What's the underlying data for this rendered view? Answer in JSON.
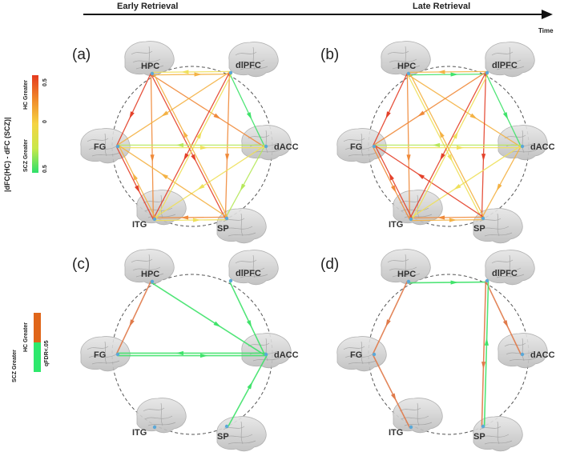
{
  "timeline": {
    "early_label": "Early Retrieval",
    "late_label": "Late Retrieval",
    "axis_label": "Time"
  },
  "legend_top": {
    "title": "|dFC(HC) - dFC (SCZ)|",
    "hc_label": "HC Greater",
    "scz_label": "SCZ Greater",
    "tick_top": "0.5",
    "tick_mid": "0",
    "tick_bottom": "0.5",
    "colors": [
      "#e53a1e",
      "#f08a2a",
      "#f5c842",
      "#e8e84a",
      "#9fe05a",
      "#2de06a"
    ]
  },
  "legend_bottom": {
    "hc_label": "HC Greater",
    "scz_label": "SCZ Greater",
    "sig_label": "qFDR<.05",
    "hc_color": "#e0661a",
    "scz_color": "#2ee86c"
  },
  "panels": [
    {
      "letter": "(a)"
    },
    {
      "letter": "(b)"
    },
    {
      "letter": "(c)"
    },
    {
      "letter": "(d)"
    }
  ],
  "nodes": [
    {
      "id": "HPC",
      "label": "HPC"
    },
    {
      "id": "dlPFC",
      "label": "dlPFC"
    },
    {
      "id": "dACC",
      "label": "dACC"
    },
    {
      "id": "SP",
      "label": "SP"
    },
    {
      "id": "ITG",
      "label": "ITG"
    },
    {
      "id": "FG",
      "label": "FG"
    }
  ],
  "edge_colors": {
    "red": "#e4412a",
    "orange": "#f08a3a",
    "amber": "#f4b244",
    "yellow": "#efe05a",
    "lime": "#b6e85a",
    "green": "#3fe36a",
    "sig_hc": "#e07a4a",
    "sig_scz": "#3fe36a"
  },
  "graphs": {
    "a": [
      [
        "HPC",
        "dlPFC",
        "amber"
      ],
      [
        "dlPFC",
        "HPC",
        "yellow"
      ],
      [
        "HPC",
        "dACC",
        "orange"
      ],
      [
        "HPC",
        "SP",
        "red"
      ],
      [
        "HPC",
        "ITG",
        "orange"
      ],
      [
        "HPC",
        "FG",
        "red"
      ],
      [
        "dlPFC",
        "dACC",
        "green"
      ],
      [
        "dlPFC",
        "SP",
        "orange"
      ],
      [
        "dlPFC",
        "ITG",
        "red"
      ],
      [
        "dlPFC",
        "FG",
        "amber"
      ],
      [
        "dACC",
        "SP",
        "lime"
      ],
      [
        "dACC",
        "ITG",
        "yellow"
      ],
      [
        "dACC",
        "FG",
        "lime"
      ],
      [
        "FG",
        "dACC",
        "yellow"
      ],
      [
        "SP",
        "ITG",
        "orange"
      ],
      [
        "ITG",
        "SP",
        "yellow"
      ],
      [
        "SP",
        "FG",
        "amber"
      ],
      [
        "ITG",
        "FG",
        "amber"
      ],
      [
        "FG",
        "ITG",
        "red"
      ],
      [
        "ITG",
        "dlPFC",
        "yellow"
      ],
      [
        "SP",
        "HPC",
        "amber"
      ]
    ],
    "b": [
      [
        "HPC",
        "dlPFC",
        "green"
      ],
      [
        "dlPFC",
        "HPC",
        "amber"
      ],
      [
        "HPC",
        "dACC",
        "amber"
      ],
      [
        "HPC",
        "SP",
        "yellow"
      ],
      [
        "HPC",
        "ITG",
        "orange"
      ],
      [
        "HPC",
        "FG",
        "red"
      ],
      [
        "dlPFC",
        "dACC",
        "green"
      ],
      [
        "dlPFC",
        "SP",
        "red"
      ],
      [
        "dlPFC",
        "ITG",
        "red"
      ],
      [
        "dlPFC",
        "FG",
        "orange"
      ],
      [
        "dACC",
        "SP",
        "amber"
      ],
      [
        "dACC",
        "ITG",
        "yellow"
      ],
      [
        "dACC",
        "FG",
        "lime"
      ],
      [
        "FG",
        "dACC",
        "yellow"
      ],
      [
        "SP",
        "ITG",
        "orange"
      ],
      [
        "ITG",
        "SP",
        "amber"
      ],
      [
        "SP",
        "FG",
        "red"
      ],
      [
        "ITG",
        "FG",
        "red"
      ],
      [
        "FG",
        "ITG",
        "orange"
      ],
      [
        "ITG",
        "dlPFC",
        "yellow"
      ],
      [
        "SP",
        "HPC",
        "amber"
      ]
    ],
    "c": [
      [
        "HPC",
        "FG",
        "sig_hc"
      ],
      [
        "HPC",
        "dACC",
        "sig_scz"
      ],
      [
        "dlPFC",
        "dACC",
        "sig_scz"
      ],
      [
        "FG",
        "dACC",
        "sig_scz"
      ],
      [
        "dACC",
        "FG",
        "sig_scz"
      ],
      [
        "SP",
        "dACC",
        "sig_scz"
      ]
    ],
    "d": [
      [
        "HPC",
        "FG",
        "sig_hc"
      ],
      [
        "FG",
        "ITG",
        "sig_hc"
      ],
      [
        "HPC",
        "dlPFC",
        "sig_scz"
      ],
      [
        "dlPFC",
        "dACC",
        "sig_hc"
      ],
      [
        "dlPFC",
        "SP",
        "sig_hc"
      ],
      [
        "SP",
        "dlPFC",
        "sig_scz"
      ]
    ]
  }
}
